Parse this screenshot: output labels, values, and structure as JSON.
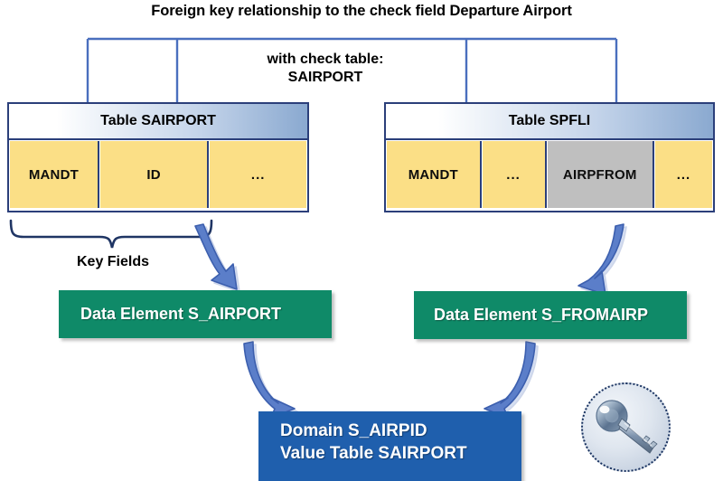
{
  "diagram": {
    "title": "Foreign key relationship to the check field Departure Airport",
    "check_table_caption_line1": "with check table:",
    "check_table_caption_line2": "SAIRPORT",
    "key_fields_label": "Key Fields",
    "colors": {
      "table_border": "#2b3f7a",
      "field_yellow": "#fbdf86",
      "field_gray": "#bfbfbf",
      "header_blue": "#8aa9d0",
      "data_element_green": "#0f8a68",
      "domain_blue": "#1f5fad",
      "connector_blue": "#4a6fbe",
      "arrow_blue": "#5b7ec9",
      "brace_navy": "#1f3564"
    }
  },
  "tables": [
    {
      "name": "table-sairport",
      "header": "Table SAIRPORT",
      "fields": [
        {
          "label": "MANDT",
          "style": "yellow"
        },
        {
          "label": "ID",
          "style": "yellow"
        },
        {
          "label": "...",
          "style": "yellow"
        }
      ]
    },
    {
      "name": "table-spfli",
      "header": "Table SPFLI",
      "fields": [
        {
          "label": "MANDT",
          "style": "yellow"
        },
        {
          "label": "...",
          "style": "yellow"
        },
        {
          "label": "AIRPFROM",
          "style": "gray"
        },
        {
          "label": "...",
          "style": "yellow"
        }
      ]
    }
  ],
  "data_elements": [
    {
      "name": "data-element-s-airport",
      "label": "Data Element  S_AIRPORT"
    },
    {
      "name": "data-element-s-fromairp",
      "label": "Data Element S_FROMAIRP"
    }
  ],
  "domain": {
    "line1": "Domain  S_AIRPID",
    "line2": "Value Table SAIRPORT"
  },
  "icons": {
    "key": "key-icon"
  }
}
